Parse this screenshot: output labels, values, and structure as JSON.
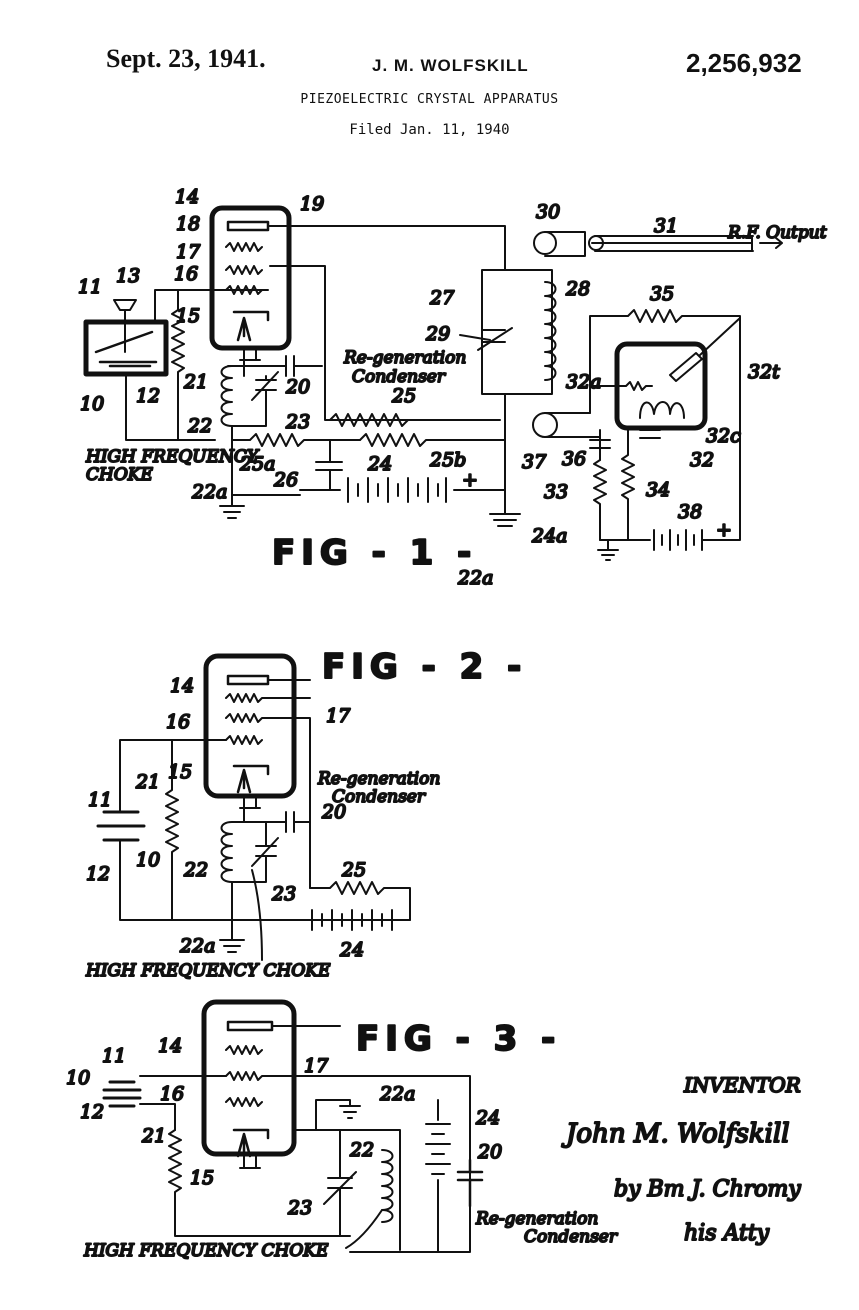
{
  "header": {
    "date": "Sept. 23, 1941.",
    "inventor_name": "J. M. WOLFSKILL",
    "patent_number": "2,256,932",
    "title": "PIEZOELECTRIC CRYSTAL APPARATUS",
    "filed": "Filed Jan. 11, 1940"
  },
  "fig1": {
    "caption": "FIG - 1 -",
    "regen_label_1": "Re-generation",
    "regen_label_2": "Condenser",
    "choke_label_1": "HIGH FREQUENCY",
    "choke_label_2": "CHOKE",
    "rf_output": "R.F. Output",
    "refs": {
      "r10": "10",
      "r11": "11",
      "r12": "12",
      "r13": "13",
      "r14": "14",
      "r15": "15",
      "r16": "16",
      "r17": "17",
      "r18": "18",
      "r19": "19",
      "r20": "20",
      "r21": "21",
      "r22": "22",
      "r22a": "22a",
      "r22a2": "22a",
      "r23": "23",
      "r24": "24",
      "r24a": "24a",
      "r25": "25",
      "r25a": "25a",
      "r25b": "25b",
      "r26": "26",
      "r27": "27",
      "r28": "28",
      "r29": "29",
      "r30": "30",
      "r31": "31",
      "r32": "32",
      "r32a": "32a",
      "r32c": "32c",
      "r32t": "32t",
      "r33": "33",
      "r34": "34",
      "r35": "35",
      "r36": "36",
      "r37": "37",
      "r38": "38",
      "plus1": "+",
      "plus2": "+"
    }
  },
  "fig2": {
    "caption": "FIG - 2 -",
    "regen_label_1": "Re-generation",
    "regen_label_2": "Condenser",
    "choke_label": "HIGH FREQUENCY CHOKE",
    "refs": {
      "r10": "10",
      "r11": "11",
      "r12": "12",
      "r14": "14",
      "r15": "15",
      "r16": "16",
      "r17": "17",
      "r20": "20",
      "r21": "21",
      "r22": "22",
      "r22a": "22a",
      "r23": "23",
      "r24": "24",
      "r25": "25"
    }
  },
  "fig3": {
    "caption": "FIG - 3 -",
    "regen_label_1": "Re-generation",
    "regen_label_2": "Condenser",
    "choke_label": "HIGH FREQUENCY CHOKE",
    "refs": {
      "r10": "10",
      "r11": "11",
      "r12": "12",
      "r14": "14",
      "r15": "15",
      "r16": "16",
      "r17": "17",
      "r20": "20",
      "r21": "21",
      "r22": "22",
      "r22a": "22a",
      "r23": "23",
      "r24": "24"
    }
  },
  "signature": {
    "inventor_heading": "INVENTOR",
    "inventor_signature": "John M. Wolfskill",
    "attorney_by": "by Bm J. Chromy",
    "attorney_suffix": "his Atty"
  }
}
